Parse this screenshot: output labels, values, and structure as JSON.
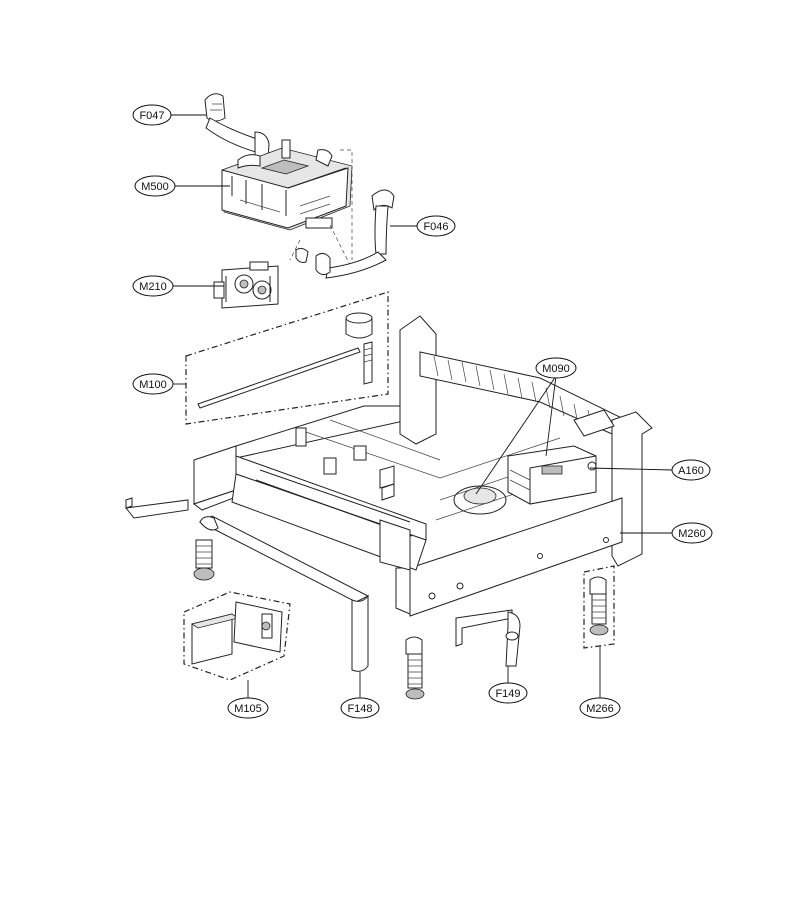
{
  "callouts": {
    "F047": "F047",
    "M500": "M500",
    "F046": "F046",
    "M210": "M210",
    "M100": "M100",
    "M090": "M090",
    "A160": "A160",
    "M260": "M260",
    "M105": "M105",
    "F148": "F148",
    "F149": "F149",
    "M266": "M266"
  }
}
